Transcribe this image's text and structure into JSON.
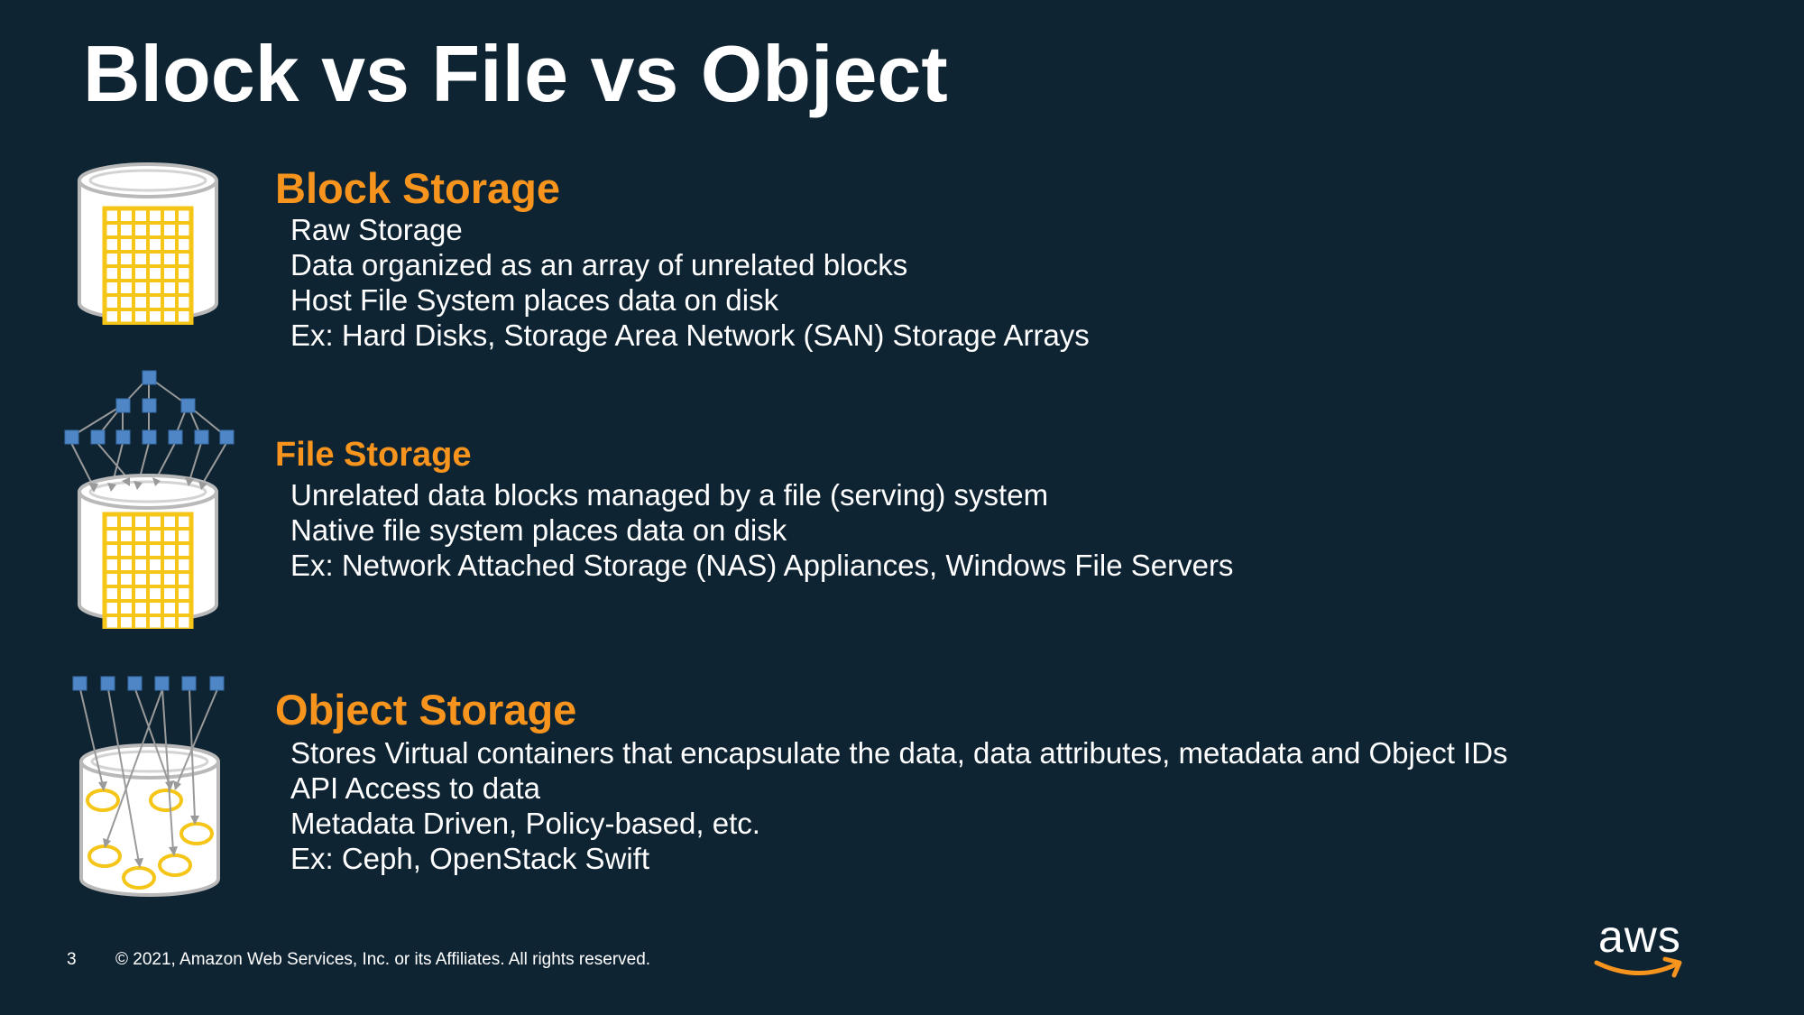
{
  "title": "Block vs File vs Object",
  "sections": [
    {
      "heading": "Block Storage",
      "lines": [
        "Raw Storage",
        "Data organized as an array of unrelated blocks",
        "Host File System places data on disk",
        "Ex: Hard Disks, Storage Area Network (SAN)  Storage Arrays"
      ]
    },
    {
      "heading": "File Storage",
      "lines": [
        "Unrelated data blocks managed by a file (serving) system",
        "Native file system places data on disk",
        "Ex: Network Attached Storage (NAS) Appliances, Windows File Servers"
      ]
    },
    {
      "heading": "Object Storage",
      "lines": [
        "Stores Virtual containers that encapsulate the data, data attributes, metadata and Object IDs",
        "API Access to data",
        "Metadata Driven, Policy-based, etc.",
        "Ex: Ceph, OpenStack Swift"
      ]
    }
  ],
  "footer": {
    "page_number": "3",
    "copyright": "© 2021, Amazon Web Services, Inc. or its Affiliates. All rights reserved."
  },
  "logo": {
    "text": "aws"
  },
  "colors": {
    "background": "#0f2433",
    "heading_orange": "#f7941d",
    "grid_yellow": "#f5c518",
    "node_blue": "#4f86c6",
    "arrow_gray": "#9a9a9a"
  },
  "icons": [
    "block-storage-cylinder-icon",
    "file-storage-tree-cylinder-icon",
    "object-storage-cylinder-icon",
    "aws-smile-arrow-icon"
  ]
}
